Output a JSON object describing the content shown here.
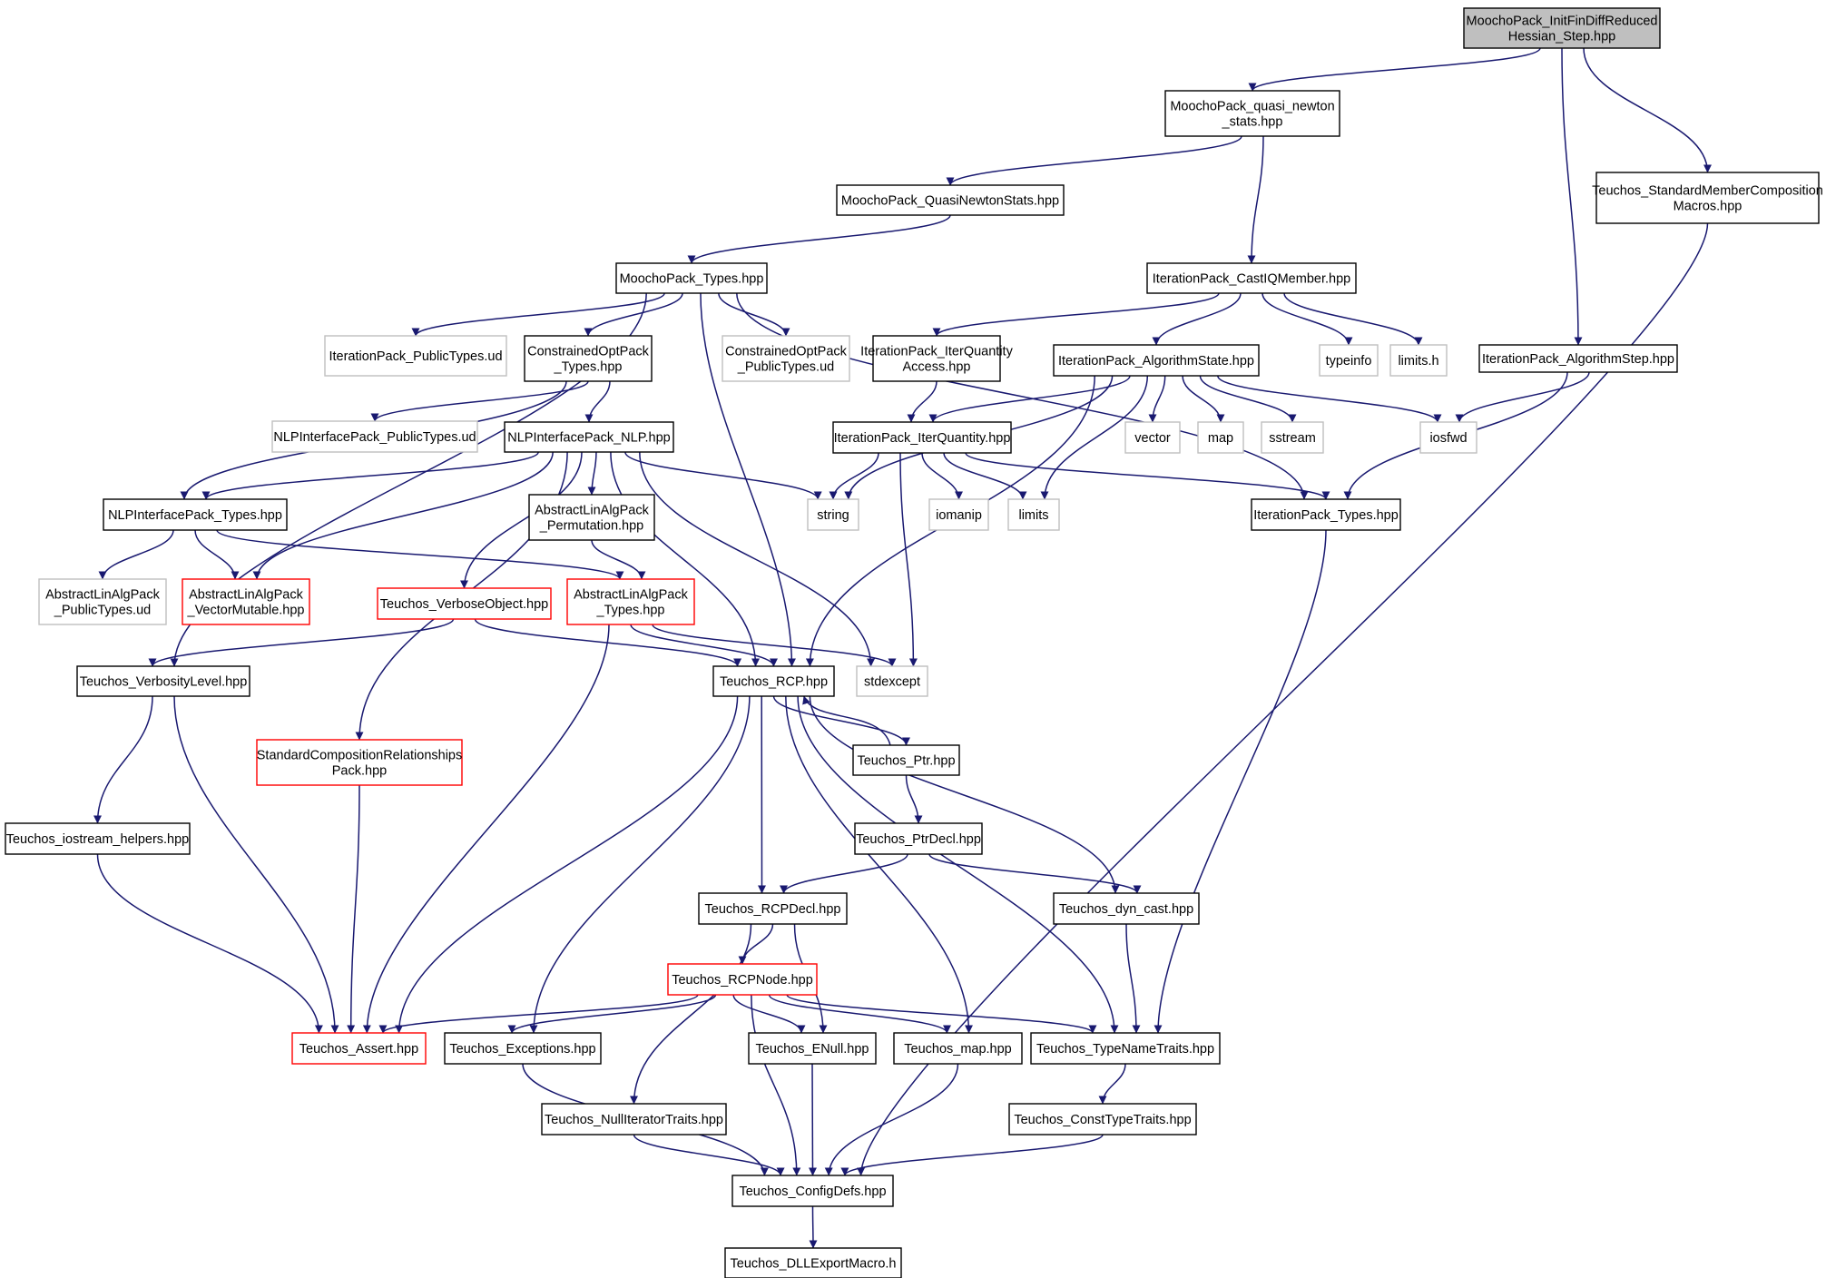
{
  "colors": {
    "edge": "#191970",
    "root_fill": "#bfbfbf",
    "node_border": "#000000",
    "truncated_border": "#ff0000",
    "external_border": "#bfbfbf",
    "node_fill": "#ffffff"
  },
  "nodes": [
    {
      "id": "root",
      "lines": [
        "MoochoPack_InitFinDiffReduced",
        "Hessian_Step.hpp"
      ],
      "kind": "root"
    },
    {
      "id": "qn_stats",
      "lines": [
        "MoochoPack_quasi_newton",
        "_stats.hpp"
      ],
      "kind": "normal"
    },
    {
      "id": "std_member",
      "lines": [
        "Teuchos_StandardMemberComposition",
        "Macros.hpp"
      ],
      "kind": "normal"
    },
    {
      "id": "qn_stats_cls",
      "lines": [
        "MoochoPack_QuasiNewtonStats.hpp"
      ],
      "kind": "normal"
    },
    {
      "id": "castiq",
      "lines": [
        "IterationPack_CastIQMember.hpp"
      ],
      "kind": "normal"
    },
    {
      "id": "mp_types",
      "lines": [
        "MoochoPack_Types.hpp"
      ],
      "kind": "normal"
    },
    {
      "id": "ip_pubtypes",
      "lines": [
        "IterationPack_PublicTypes.ud"
      ],
      "kind": "external"
    },
    {
      "id": "cop_types",
      "lines": [
        "ConstrainedOptPack",
        "_Types.hpp"
      ],
      "kind": "normal"
    },
    {
      "id": "cop_pubtypes",
      "lines": [
        "ConstrainedOptPack",
        "_PublicTypes.ud"
      ],
      "kind": "external"
    },
    {
      "id": "iq_access",
      "lines": [
        "IterationPack_IterQuantity",
        "Access.hpp"
      ],
      "kind": "normal"
    },
    {
      "id": "alg_state",
      "lines": [
        "IterationPack_AlgorithmState.hpp"
      ],
      "kind": "normal"
    },
    {
      "id": "typeinfo",
      "lines": [
        "typeinfo"
      ],
      "kind": "external"
    },
    {
      "id": "limits_h",
      "lines": [
        "limits.h"
      ],
      "kind": "external"
    },
    {
      "id": "alg_step",
      "lines": [
        "IterationPack_AlgorithmStep.hpp"
      ],
      "kind": "normal"
    },
    {
      "id": "nlp_pubtypes",
      "lines": [
        "NLPInterfacePack_PublicTypes.ud"
      ],
      "kind": "external"
    },
    {
      "id": "nlp",
      "lines": [
        "NLPInterfacePack_NLP.hpp"
      ],
      "kind": "normal"
    },
    {
      "id": "iterq",
      "lines": [
        "IterationPack_IterQuantity.hpp"
      ],
      "kind": "normal"
    },
    {
      "id": "vector",
      "lines": [
        "vector"
      ],
      "kind": "external"
    },
    {
      "id": "map",
      "lines": [
        "map"
      ],
      "kind": "external"
    },
    {
      "id": "sstream",
      "lines": [
        "sstream"
      ],
      "kind": "external"
    },
    {
      "id": "iosfwd",
      "lines": [
        "iosfwd"
      ],
      "kind": "external"
    },
    {
      "id": "nlp_types",
      "lines": [
        "NLPInterfacePack_Types.hpp"
      ],
      "kind": "normal"
    },
    {
      "id": "ala_perm",
      "lines": [
        "AbstractLinAlgPack",
        "_Permutation.hpp"
      ],
      "kind": "normal"
    },
    {
      "id": "string",
      "lines": [
        "string"
      ],
      "kind": "external"
    },
    {
      "id": "iomanip",
      "lines": [
        "iomanip"
      ],
      "kind": "external"
    },
    {
      "id": "limits",
      "lines": [
        "limits"
      ],
      "kind": "external"
    },
    {
      "id": "ip_types",
      "lines": [
        "IterationPack_Types.hpp"
      ],
      "kind": "normal"
    },
    {
      "id": "ala_pubtypes",
      "lines": [
        "AbstractLinAlgPack",
        "_PublicTypes.ud"
      ],
      "kind": "external"
    },
    {
      "id": "ala_vecmut",
      "lines": [
        "AbstractLinAlgPack",
        "_VectorMutable.hpp"
      ],
      "kind": "truncated"
    },
    {
      "id": "verbose_obj",
      "lines": [
        "Teuchos_VerboseObject.hpp"
      ],
      "kind": "truncated"
    },
    {
      "id": "ala_types",
      "lines": [
        "AbstractLinAlgPack",
        "_Types.hpp"
      ],
      "kind": "truncated"
    },
    {
      "id": "verb_level",
      "lines": [
        "Teuchos_VerbosityLevel.hpp"
      ],
      "kind": "normal"
    },
    {
      "id": "rcp",
      "lines": [
        "Teuchos_RCP.hpp"
      ],
      "kind": "normal"
    },
    {
      "id": "stdexcept",
      "lines": [
        "stdexcept"
      ],
      "kind": "external"
    },
    {
      "id": "scr_pack",
      "lines": [
        "StandardCompositionRelationships",
        "Pack.hpp"
      ],
      "kind": "truncated"
    },
    {
      "id": "ptr",
      "lines": [
        "Teuchos_Ptr.hpp"
      ],
      "kind": "normal"
    },
    {
      "id": "iostream_h",
      "lines": [
        "Teuchos_iostream_helpers.hpp"
      ],
      "kind": "normal"
    },
    {
      "id": "ptrdecl",
      "lines": [
        "Teuchos_PtrDecl.hpp"
      ],
      "kind": "normal"
    },
    {
      "id": "rcpdecl",
      "lines": [
        "Teuchos_RCPDecl.hpp"
      ],
      "kind": "normal"
    },
    {
      "id": "dyncast",
      "lines": [
        "Teuchos_dyn_cast.hpp"
      ],
      "kind": "normal"
    },
    {
      "id": "rcpnode",
      "lines": [
        "Teuchos_RCPNode.hpp"
      ],
      "kind": "truncated"
    },
    {
      "id": "assert",
      "lines": [
        "Teuchos_Assert.hpp"
      ],
      "kind": "truncated"
    },
    {
      "id": "exceptions",
      "lines": [
        "Teuchos_Exceptions.hpp"
      ],
      "kind": "normal"
    },
    {
      "id": "enull",
      "lines": [
        "Teuchos_ENull.hpp"
      ],
      "kind": "normal"
    },
    {
      "id": "tmap",
      "lines": [
        "Teuchos_map.hpp"
      ],
      "kind": "normal"
    },
    {
      "id": "typename",
      "lines": [
        "Teuchos_TypeNameTraits.hpp"
      ],
      "kind": "normal"
    },
    {
      "id": "nulliter",
      "lines": [
        "Teuchos_NullIteratorTraits.hpp"
      ],
      "kind": "normal"
    },
    {
      "id": "consttype",
      "lines": [
        "Teuchos_ConstTypeTraits.hpp"
      ],
      "kind": "normal"
    },
    {
      "id": "configdefs",
      "lines": [
        "Teuchos_ConfigDefs.hpp"
      ],
      "kind": "normal"
    },
    {
      "id": "dllexport",
      "lines": [
        "Teuchos_DLLExportMacro.h"
      ],
      "kind": "normal"
    }
  ],
  "edges": [
    [
      "root",
      "qn_stats"
    ],
    [
      "root",
      "alg_step"
    ],
    [
      "root",
      "std_member"
    ],
    [
      "qn_stats",
      "qn_stats_cls"
    ],
    [
      "qn_stats",
      "castiq"
    ],
    [
      "qn_stats_cls",
      "mp_types"
    ],
    [
      "std_member",
      "configdefs"
    ],
    [
      "mp_types",
      "ip_pubtypes"
    ],
    [
      "mp_types",
      "cop_types"
    ],
    [
      "mp_types",
      "cop_pubtypes"
    ],
    [
      "mp_types",
      "rcp"
    ],
    [
      "mp_types",
      "verb_level"
    ],
    [
      "mp_types",
      "ip_types"
    ],
    [
      "castiq",
      "iq_access"
    ],
    [
      "castiq",
      "alg_state"
    ],
    [
      "castiq",
      "typeinfo"
    ],
    [
      "castiq",
      "limits_h"
    ],
    [
      "cop_types",
      "nlp_pubtypes"
    ],
    [
      "cop_types",
      "nlp"
    ],
    [
      "cop_types",
      "nlp_types"
    ],
    [
      "iq_access",
      "iterq"
    ],
    [
      "alg_state",
      "iterq"
    ],
    [
      "alg_state",
      "string"
    ],
    [
      "alg_state",
      "limits"
    ],
    [
      "alg_state",
      "vector"
    ],
    [
      "alg_state",
      "map"
    ],
    [
      "alg_state",
      "sstream"
    ],
    [
      "alg_state",
      "iosfwd"
    ],
    [
      "alg_state",
      "rcp"
    ],
    [
      "alg_step",
      "iosfwd"
    ],
    [
      "alg_step",
      "ip_types"
    ],
    [
      "nlp",
      "nlp_types"
    ],
    [
      "nlp",
      "ala_vecmut"
    ],
    [
      "nlp",
      "ala_perm"
    ],
    [
      "nlp",
      "string"
    ],
    [
      "nlp",
      "verbose_obj"
    ],
    [
      "nlp",
      "scr_pack"
    ],
    [
      "nlp",
      "rcp"
    ],
    [
      "nlp",
      "stdexcept"
    ],
    [
      "iterq",
      "string"
    ],
    [
      "iterq",
      "iomanip"
    ],
    [
      "iterq",
      "limits"
    ],
    [
      "iterq",
      "ip_types"
    ],
    [
      "iterq",
      "stdexcept"
    ],
    [
      "nlp_types",
      "ala_pubtypes"
    ],
    [
      "nlp_types",
      "ala_vecmut"
    ],
    [
      "nlp_types",
      "ala_types"
    ],
    [
      "ala_perm",
      "ala_types"
    ],
    [
      "ip_types",
      "typename"
    ],
    [
      "verbose_obj",
      "verb_level"
    ],
    [
      "verbose_obj",
      "rcp"
    ],
    [
      "ala_types",
      "rcp"
    ],
    [
      "ala_types",
      "stdexcept"
    ],
    [
      "ala_types",
      "assert"
    ],
    [
      "verb_level",
      "iostream_h"
    ],
    [
      "verb_level",
      "assert"
    ],
    [
      "rcp",
      "ptr"
    ],
    [
      "rcp",
      "rcpdecl"
    ],
    [
      "rcp",
      "dyncast"
    ],
    [
      "rcp",
      "assert"
    ],
    [
      "rcp",
      "exceptions"
    ],
    [
      "rcp",
      "tmap"
    ],
    [
      "rcp",
      "typename"
    ],
    [
      "ptr",
      "rcp"
    ],
    [
      "ptr",
      "ptrdecl"
    ],
    [
      "scr_pack",
      "assert"
    ],
    [
      "iostream_h",
      "assert"
    ],
    [
      "ptrdecl",
      "rcpdecl"
    ],
    [
      "ptrdecl",
      "dyncast"
    ],
    [
      "rcpdecl",
      "rcpnode"
    ],
    [
      "rcpdecl",
      "enull"
    ],
    [
      "rcpdecl",
      "nulliter"
    ],
    [
      "dyncast",
      "typename"
    ],
    [
      "rcpnode",
      "assert"
    ],
    [
      "rcpnode",
      "exceptions"
    ],
    [
      "rcpnode",
      "enull"
    ],
    [
      "rcpnode",
      "tmap"
    ],
    [
      "rcpnode",
      "typename"
    ],
    [
      "rcpnode",
      "configdefs"
    ],
    [
      "exceptions",
      "configdefs"
    ],
    [
      "enull",
      "configdefs"
    ],
    [
      "tmap",
      "configdefs"
    ],
    [
      "typename",
      "consttype"
    ],
    [
      "nulliter",
      "configdefs"
    ],
    [
      "consttype",
      "configdefs"
    ],
    [
      "configdefs",
      "dllexport"
    ]
  ]
}
